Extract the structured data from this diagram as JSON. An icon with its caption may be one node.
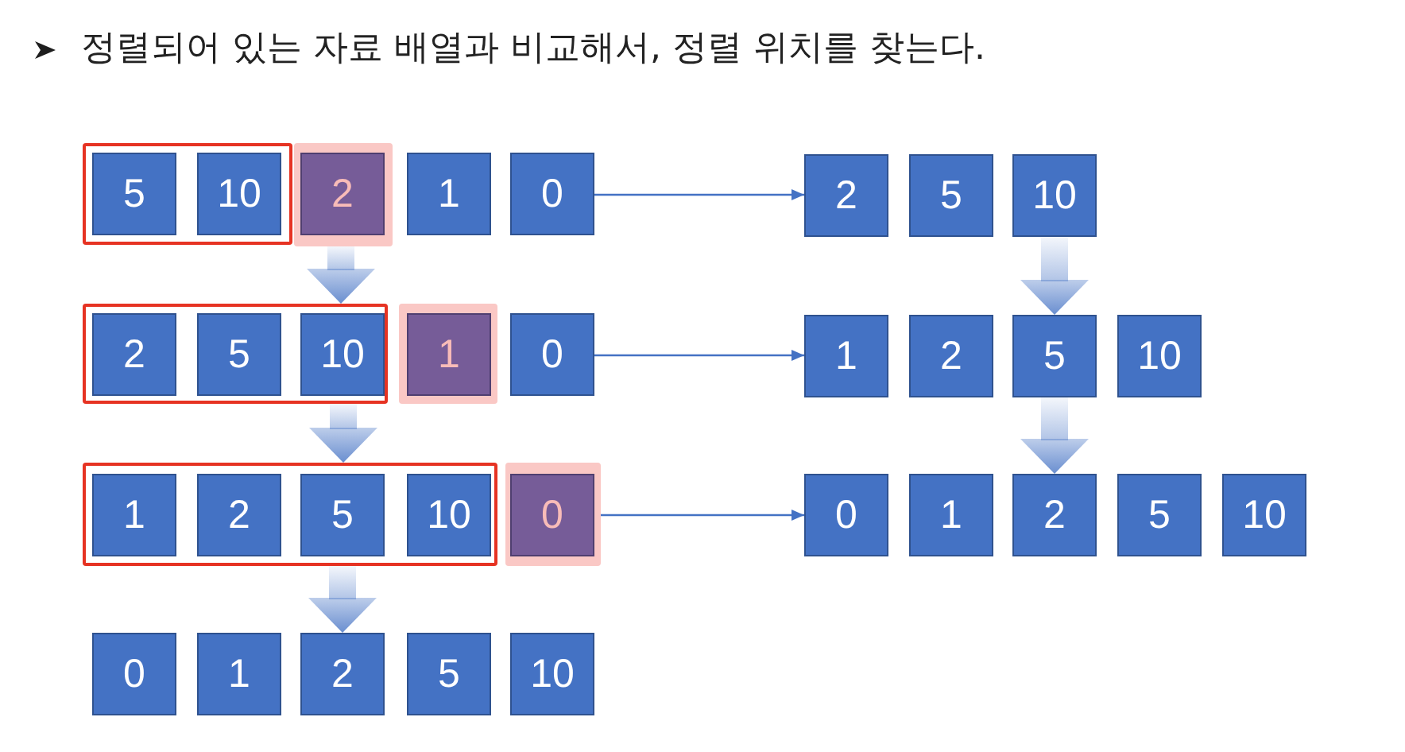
{
  "diagram": {
    "title": "정렬되어 있는 자료 배열과 비교해서, 정렬 위치를 찾는다.",
    "nodes": [
      {
        "text": [],
        "shape": "box"
      },
      {
        "text": [
          "5"
        ],
        "in": 0
      },
      {
        "text": [
          "10"
        ],
        "in": 0
      },
      {
        "text": [],
        "shape": "box"
      },
      {
        "text": [
          "2"
        ],
        "in": 3
      },
      {
        "text": [
          "1"
        ]
      },
      {
        "text": [
          "0"
        ]
      },
      {
        "text": [
          "2"
        ]
      },
      {
        "text": [
          "5"
        ]
      },
      {
        "text": [
          "10"
        ]
      },
      {
        "text": [],
        "shape": "box"
      },
      {
        "text": [
          "2"
        ],
        "in": 10
      },
      {
        "text": [
          "5"
        ],
        "in": 10
      },
      {
        "text": [
          "10"
        ],
        "in": 10
      },
      {
        "text": [],
        "shape": "box"
      },
      {
        "text": [
          "1"
        ],
        "in": 14
      },
      {
        "text": [
          "0"
        ]
      },
      {
        "text": [
          "1"
        ]
      },
      {
        "text": [
          "2"
        ]
      },
      {
        "text": [
          "5"
        ]
      },
      {
        "text": [
          "10"
        ]
      },
      {
        "text": [],
        "shape": "box"
      },
      {
        "text": [
          "1"
        ],
        "in": 21
      },
      {
        "text": [
          "2"
        ],
        "in": 21
      },
      {
        "text": [
          "5"
        ],
        "in": 21
      },
      {
        "text": [
          "10"
        ],
        "in": 21
      },
      {
        "text": [],
        "shape": "box"
      },
      {
        "text": [
          "0"
        ],
        "in": 26
      },
      {
        "text": [
          "0"
        ]
      },
      {
        "text": [
          "1"
        ]
      },
      {
        "text": [
          "2"
        ]
      },
      {
        "text": [
          "5"
        ]
      },
      {
        "text": [
          "10"
        ]
      },
      {
        "text": [
          "0"
        ]
      },
      {
        "text": [
          "1"
        ]
      },
      {
        "text": [
          "2"
        ]
      },
      {
        "text": [
          "5"
        ]
      },
      {
        "text": [
          "10"
        ]
      }
    ],
    "edges": [
      {
        "from": 6,
        "to": 7,
        "arrow": "to"
      },
      {
        "from": 3,
        "to": 10,
        "arrow": "to",
        "style": "thick"
      },
      {
        "from": 9,
        "to": 19,
        "arrow": "to",
        "style": "thick"
      },
      {
        "from": 16,
        "to": 17,
        "arrow": "to"
      },
      {
        "from": 10,
        "to": 21,
        "arrow": "to",
        "style": "thick"
      },
      {
        "from": 19,
        "to": 30,
        "arrow": "to",
        "style": "thick"
      },
      {
        "from": 26,
        "to": 28,
        "arrow": "to"
      },
      {
        "from": 21,
        "to": 35,
        "arrow": "to",
        "style": "thick"
      }
    ]
  }
}
